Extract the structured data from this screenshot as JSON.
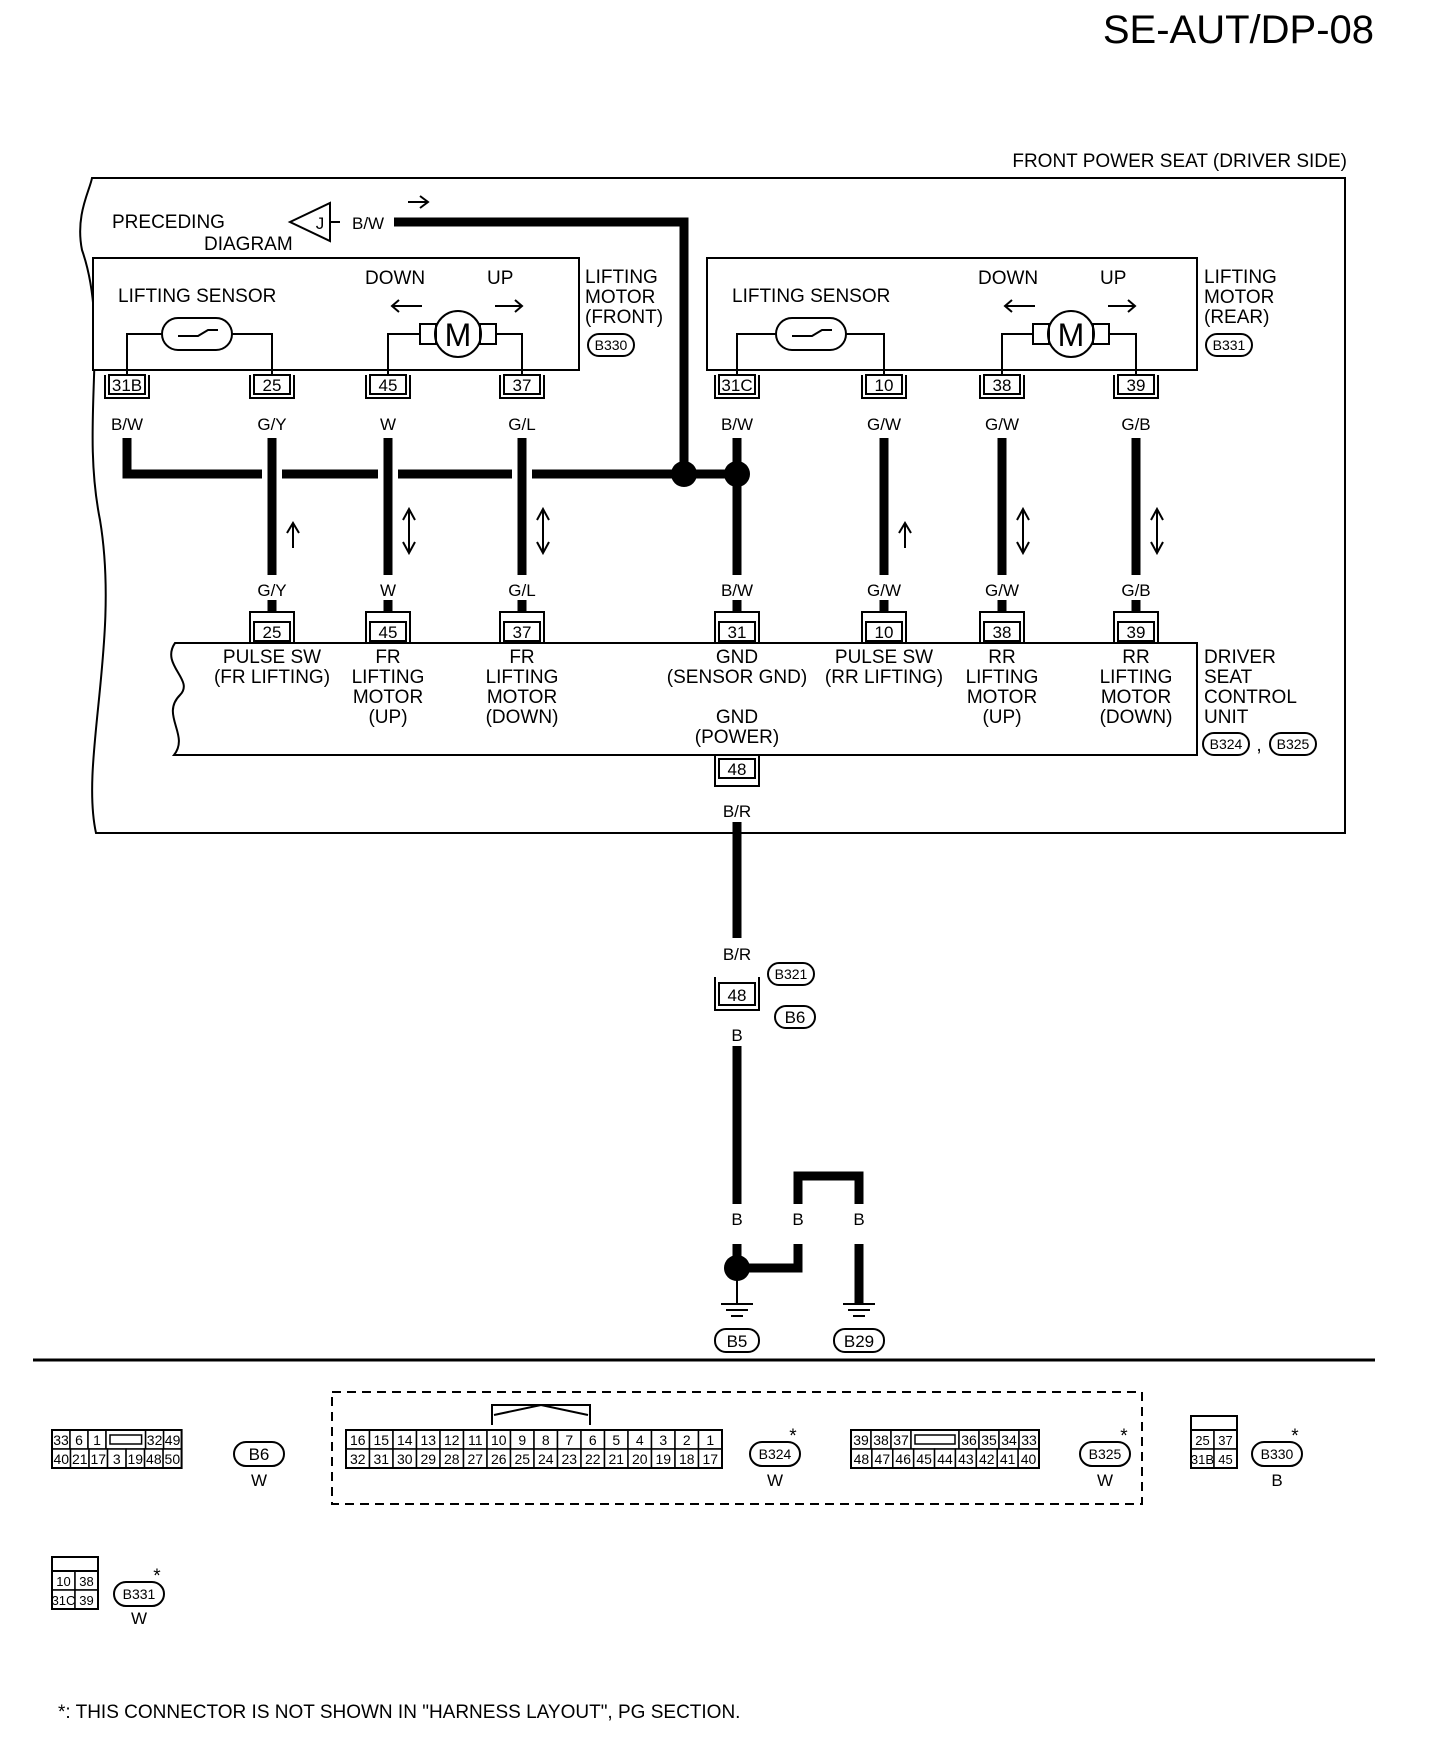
{
  "header": {
    "page_code": "SE-AUT/DP-08",
    "section_title": "FRONT POWER SEAT (DRIVER SIDE)"
  },
  "preceding": {
    "line1": "PRECEDING",
    "line2": "DIAGRAM",
    "connector_letter": "J",
    "wire_color": "B/W"
  },
  "motor_front": {
    "sensor_label": "LIFTING SENSOR",
    "down_label": "DOWN",
    "up_label": "UP",
    "motor_symbol": "M",
    "name_lines": [
      "LIFTING",
      "MOTOR",
      "(FRONT)"
    ],
    "connector": "B330",
    "terminals": [
      "31B",
      "25",
      "45",
      "37"
    ],
    "wire_colors_top": [
      "B/W",
      "G/Y",
      "W",
      "G/L"
    ]
  },
  "motor_rear": {
    "sensor_label": "LIFTING SENSOR",
    "down_label": "DOWN",
    "up_label": "UP",
    "motor_symbol": "M",
    "name_lines": [
      "LIFTING",
      "MOTOR",
      "(REAR)"
    ],
    "connector": "B331",
    "terminals": [
      "31C",
      "10",
      "38",
      "39"
    ],
    "wire_colors_top": [
      "B/W",
      "G/W",
      "G/W",
      "G/B"
    ]
  },
  "control_unit": {
    "name_lines": [
      "DRIVER",
      "SEAT",
      "CONTROL",
      "UNIT"
    ],
    "connectors": [
      "B324",
      "B325"
    ],
    "connector_separator": ",",
    "terminals": [
      "25",
      "45",
      "37",
      "31",
      "10",
      "38",
      "39"
    ],
    "wire_colors": [
      "G/Y",
      "W",
      "G/L",
      "B/W",
      "G/W",
      "G/W",
      "G/B"
    ],
    "terminal_labels": [
      [
        "PULSE SW",
        "(FR LIFTING)"
      ],
      [
        "FR",
        "LIFTING",
        "MOTOR",
        "(UP)"
      ],
      [
        "FR",
        "LIFTING",
        "MOTOR",
        "(DOWN)"
      ],
      [
        "GND",
        "(SENSOR GND)"
      ],
      [
        "PULSE SW",
        "(RR LIFTING)"
      ],
      [
        "RR",
        "LIFTING",
        "MOTOR",
        "(UP)"
      ],
      [
        "RR",
        "LIFTING",
        "MOTOR",
        "(DOWN)"
      ]
    ],
    "power_gnd_lines": [
      "GND",
      "(POWER)"
    ],
    "power_terminal": "48",
    "power_wire_color": "B/R"
  },
  "harness_joint": {
    "wire_in": "B/R",
    "terminal": "48",
    "connectors": [
      "B321",
      "B6"
    ],
    "wire_out": "B"
  },
  "grounds": {
    "wire_colors": [
      "B",
      "B",
      "B"
    ],
    "points": [
      "B5",
      "B29"
    ]
  },
  "connector_views": [
    {
      "id": "B6",
      "color": "W",
      "top": [
        "33",
        "6",
        "1",
        "",
        "32",
        "49"
      ],
      "bottom": [
        "40",
        "21",
        "17",
        "3",
        "19",
        "48",
        "50"
      ]
    },
    {
      "id": "B324",
      "color": "W",
      "star": "*",
      "top": [
        "16",
        "15",
        "14",
        "13",
        "12",
        "11",
        "10",
        "9",
        "8",
        "7",
        "6",
        "5",
        "4",
        "3",
        "2",
        "1"
      ],
      "bottom": [
        "32",
        "31",
        "30",
        "29",
        "28",
        "27",
        "26",
        "25",
        "24",
        "23",
        "22",
        "21",
        "20",
        "19",
        "18",
        "17"
      ]
    },
    {
      "id": "B325",
      "color": "W",
      "star": "*",
      "top": [
        "39",
        "38",
        "37",
        "",
        "36",
        "35",
        "34",
        "33"
      ],
      "bottom": [
        "48",
        "47",
        "46",
        "45",
        "44",
        "43",
        "42",
        "41",
        "40"
      ]
    },
    {
      "id": "B330",
      "color": "B",
      "star": "*",
      "top": [
        "25",
        "37"
      ],
      "bottom": [
        "31B",
        "45"
      ]
    },
    {
      "id": "B331",
      "color": "W",
      "star": "*",
      "top": [
        "10",
        "38"
      ],
      "bottom": [
        "31C",
        "39"
      ]
    }
  ],
  "footnote": "*: THIS CONNECTOR IS NOT SHOWN IN \"HARNESS LAYOUT\", PG SECTION."
}
